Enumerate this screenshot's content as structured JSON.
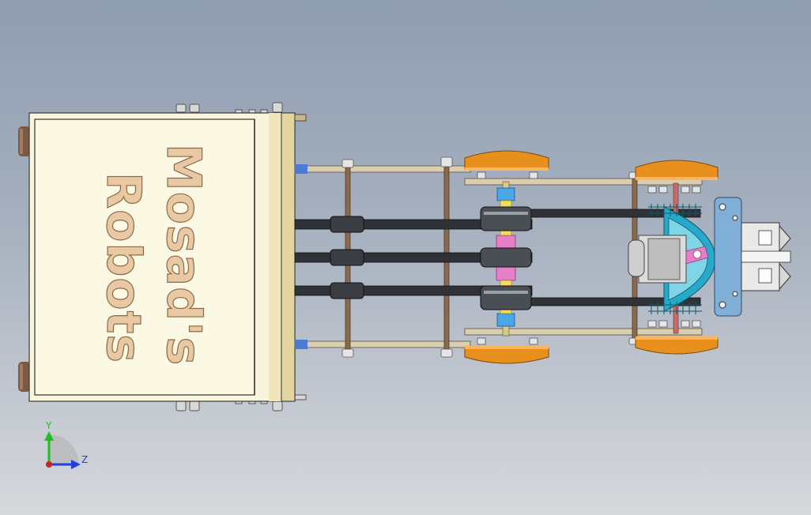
{
  "viewport": {
    "background_top": "#8f9db1",
    "background_bottom": "#d6d8dc"
  },
  "model": {
    "brand_line1": "Mosad's",
    "brand_line2": "Robots"
  },
  "triad": {
    "y_label": "Y",
    "z_label": "Z",
    "y_color": "#1fbf1f",
    "z_color": "#1f3fdf",
    "x_color": "#d02020"
  },
  "colors": {
    "panel": "#f8f5dc",
    "belt": "#2f3338",
    "wheel": "#e8901e",
    "rod": "#8a6a4f",
    "rail": "#d9ceb0",
    "gear": "#27a9c9",
    "shaft_pink": "#e77fc6",
    "shaft_blue": "#4aa7e6"
  }
}
